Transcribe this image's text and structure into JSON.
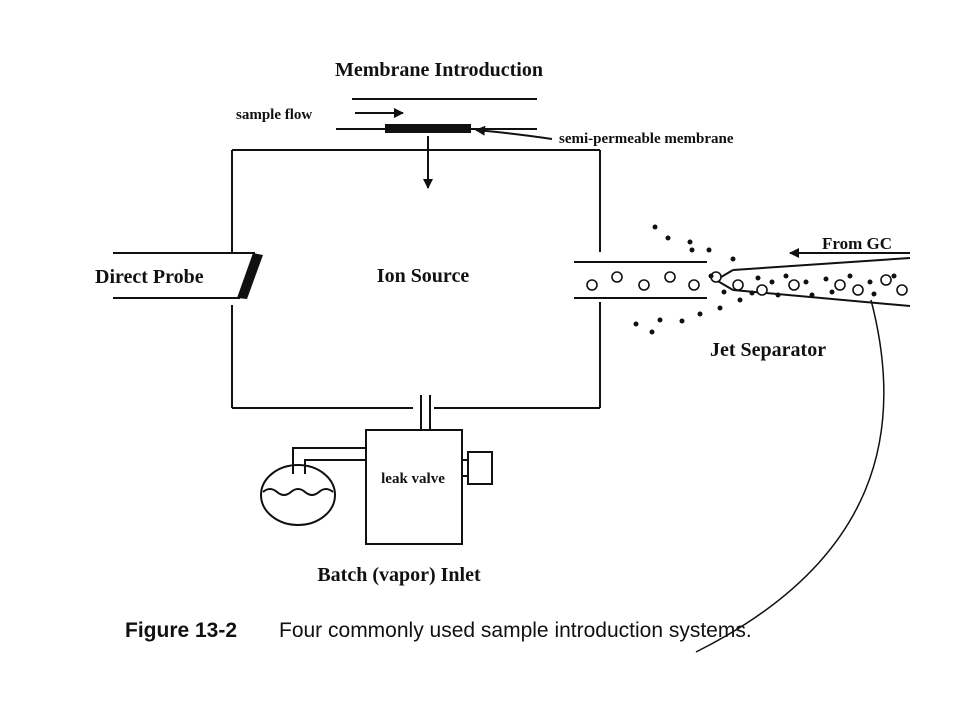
{
  "diagram": {
    "labels": {
      "membrane_introduction": "Membrane Introduction",
      "sample_flow": "sample flow",
      "semi_permeable_membrane": "semi-permeable membrane",
      "direct_probe": "Direct Probe",
      "ion_source": "Ion Source",
      "from_gc": "From GC",
      "jet_separator": "Jet Separator",
      "leak_valve": "leak valve",
      "batch_inlet": "Batch (vapor) Inlet"
    },
    "caption": {
      "number": "Figure 13-2",
      "text": "Four commonly used sample introduction systems."
    }
  }
}
